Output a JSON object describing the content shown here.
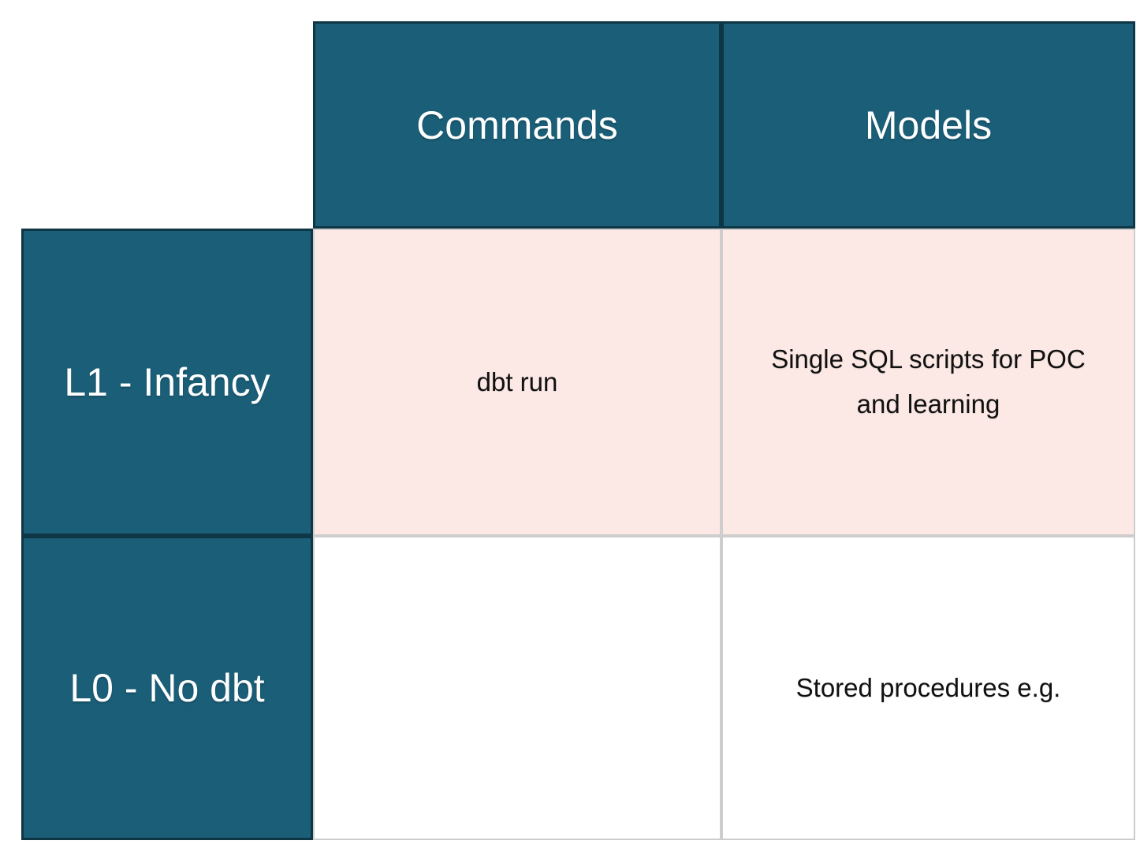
{
  "matrix": {
    "column_headers": [
      {
        "label": "Commands"
      },
      {
        "label": "Models"
      }
    ],
    "rows": [
      {
        "header": "L1 - Infancy",
        "cells": [
          {
            "text": "dbt run",
            "highlighted": true
          },
          {
            "text": "Single SQL scripts for POC and learning",
            "highlighted": true
          }
        ]
      },
      {
        "header": "L0 - No dbt",
        "cells": [
          {
            "text": "",
            "highlighted": false
          },
          {
            "text": "Stored procedures e.g.",
            "highlighted": false
          }
        ]
      }
    ],
    "colors": {
      "header_cell_bg": "#1A5E78",
      "header_cell_border": "#0E3645",
      "header_text": "#FFFFFF",
      "highlight_cell_bg": "#FCE9E5",
      "body_cell_border": "#CDCDCD",
      "body_text": "#111111",
      "page_bg": "#FFFFFF"
    }
  }
}
